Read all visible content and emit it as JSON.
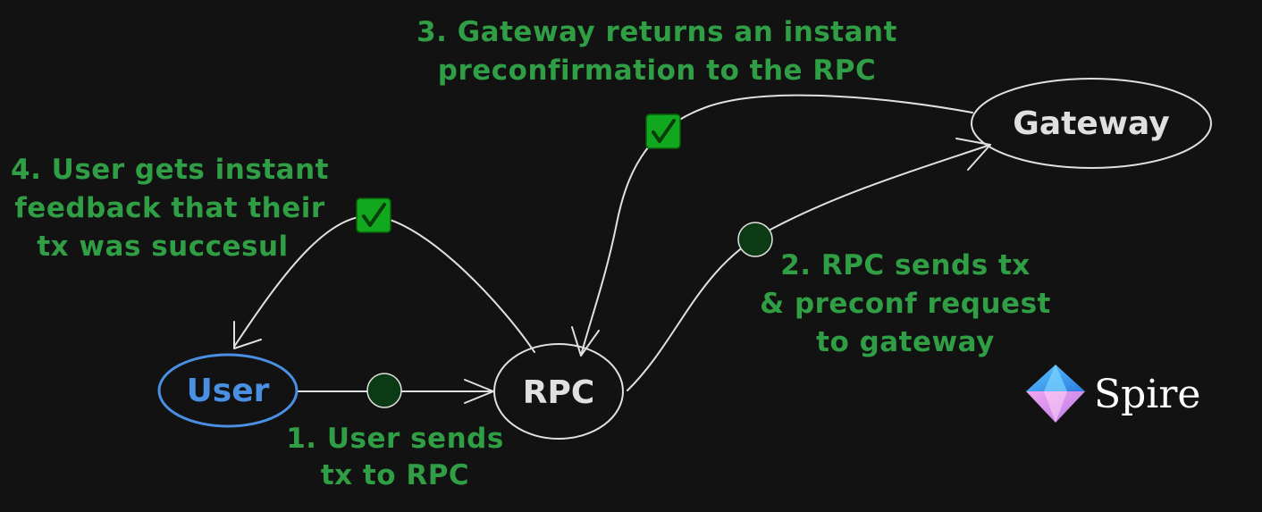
{
  "nodes": {
    "user": "User",
    "rpc": "RPC",
    "gateway": "Gateway"
  },
  "steps": {
    "step1": [
      "1. User sends",
      "tx to RPC"
    ],
    "step2": [
      "2. RPC sends tx",
      "& preconf request",
      "to gateway"
    ],
    "step3": [
      "3. Gateway returns an instant",
      "preconfirmation to the RPC"
    ],
    "step4": [
      "4. User gets instant",
      "feedback that their",
      "tx was succesul"
    ]
  },
  "logo": {
    "name": "Spire"
  },
  "colors": {
    "background": "#121212",
    "stroke": "#e0e0e0",
    "user_node": "#4a90e2",
    "label_green": "#2f9e44",
    "dot_fill": "#0b3a14",
    "check_fill": "#11a81f",
    "check_mark": "#0a3d0a"
  },
  "icons": {
    "check": "check-icon",
    "dot": "message-dot-icon",
    "logo": "diamond-logo-icon"
  }
}
